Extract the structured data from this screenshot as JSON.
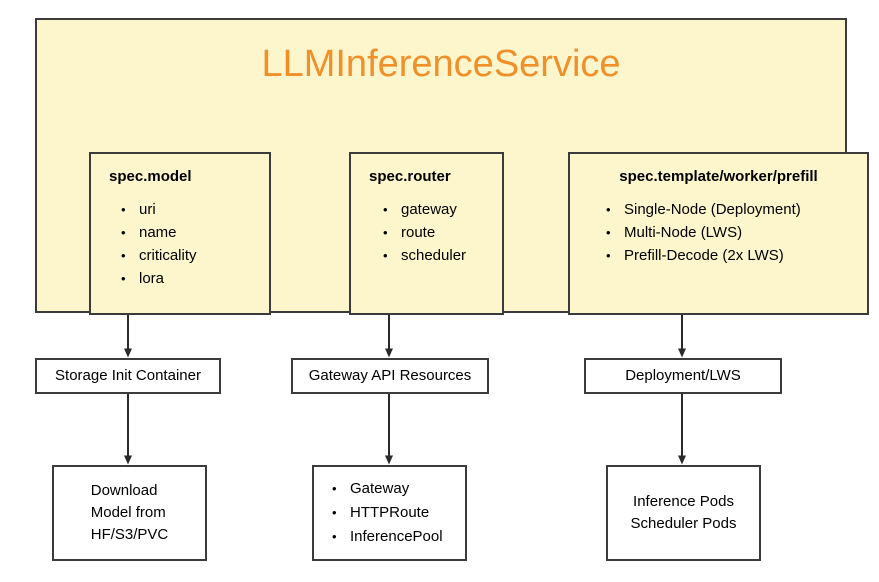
{
  "diagram": {
    "title": "LLMInferenceService",
    "colors": {
      "container_fill": "#fdf6cd",
      "container_border": "#3b3b3b",
      "title_accent": "#f0902a",
      "box_fill": "#ffffff",
      "text": "#000000"
    },
    "spec_boxes": [
      {
        "title": "spec.model",
        "items": [
          "uri",
          "name",
          "criticality",
          "lora"
        ]
      },
      {
        "title": "spec.router",
        "items": [
          "gateway",
          "route",
          "scheduler"
        ]
      },
      {
        "title": "spec.template/worker/prefill",
        "items": [
          "Single-Node (Deployment)",
          "Multi-Node (LWS)",
          "Prefill-Decode (2x LWS)"
        ]
      }
    ],
    "middle_boxes": [
      {
        "label": "Storage Init Container"
      },
      {
        "label": "Gateway API Resources"
      },
      {
        "label": "Deployment/LWS"
      }
    ],
    "bottom_boxes": [
      {
        "lines": [
          "Download",
          "Model from",
          "HF/S3/PVC"
        ]
      },
      {
        "items": [
          "Gateway",
          "HTTPRoute",
          "InferencePool"
        ]
      },
      {
        "lines": [
          "Inference Pods",
          "Scheduler Pods"
        ]
      }
    ]
  }
}
